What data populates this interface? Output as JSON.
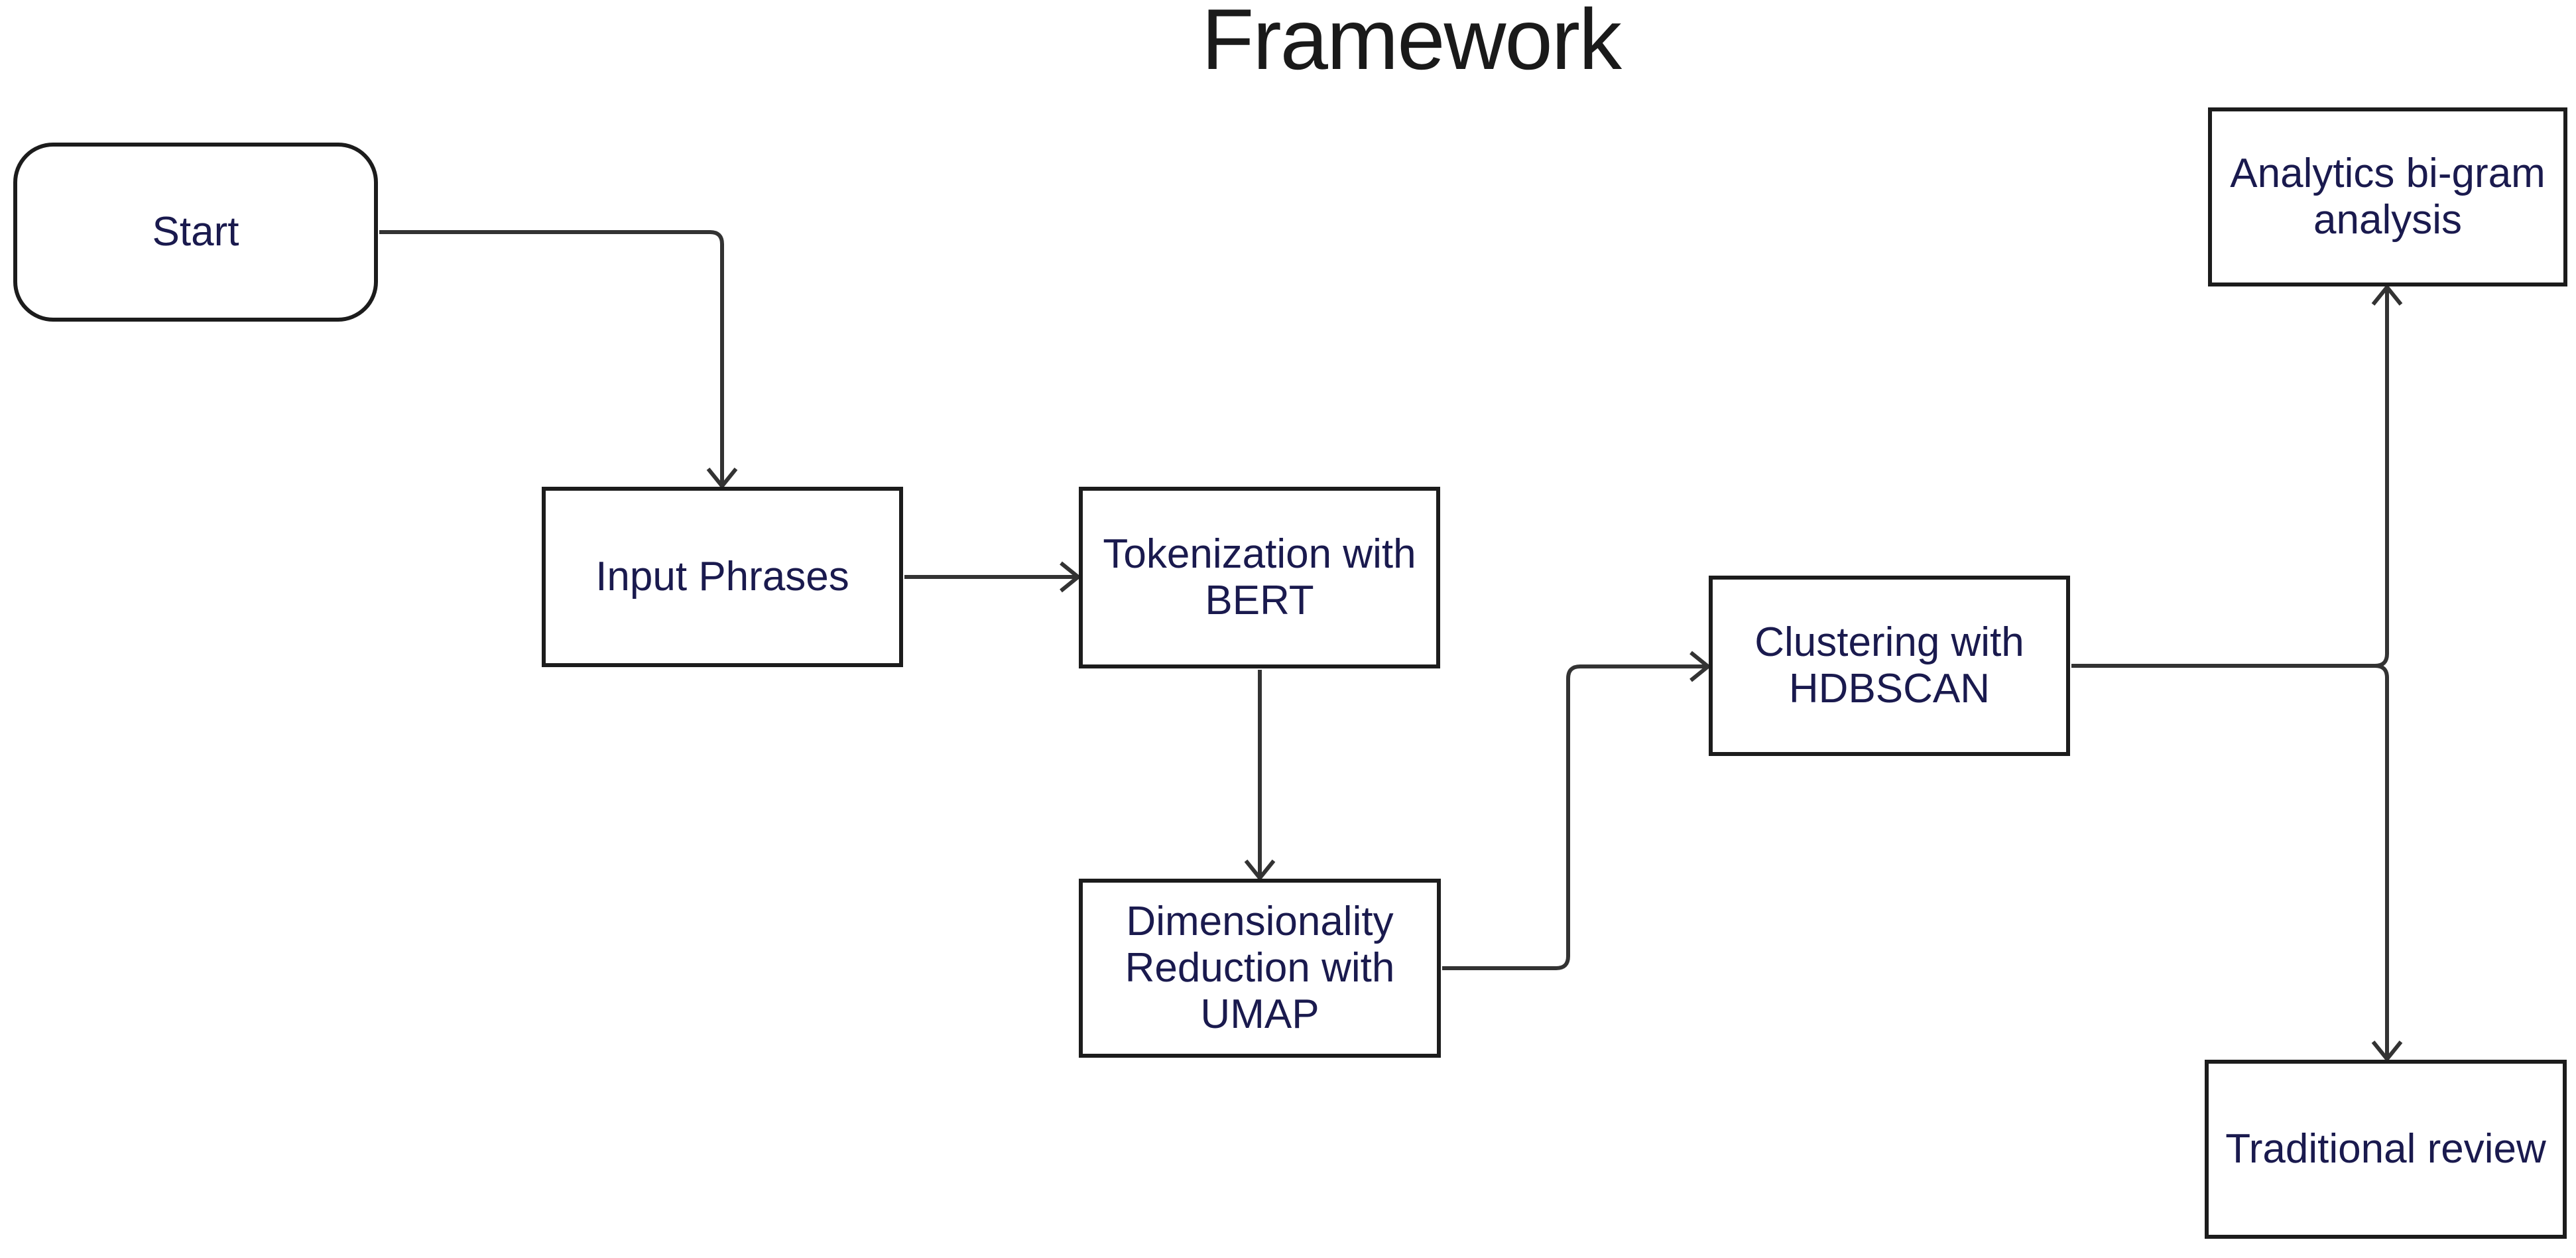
{
  "title": "Framework",
  "colors": {
    "background": "#ffffff",
    "node_fill": "#ffffff",
    "node_border": "#1c1c1c",
    "node_text": "#1a1a4e",
    "edge": "#333333",
    "title_text": "#1a1a1a"
  },
  "nodes": {
    "start": {
      "label": "Start",
      "shape": "rounded"
    },
    "input": {
      "label": "Input Phrases",
      "shape": "rect"
    },
    "tokenize": {
      "label": "Tokenization with BERT",
      "shape": "rect"
    },
    "dimred": {
      "label": "Dimensionality Reduction with UMAP",
      "shape": "rect"
    },
    "cluster": {
      "label": "Clustering with HDBSCAN",
      "shape": "rect"
    },
    "analytics": {
      "label": "Analytics bi-gram analysis",
      "shape": "rect"
    },
    "review": {
      "label": "Traditional review",
      "shape": "rect"
    }
  },
  "edges": [
    {
      "from": "start",
      "to": "input"
    },
    {
      "from": "input",
      "to": "tokenize"
    },
    {
      "from": "tokenize",
      "to": "dimred"
    },
    {
      "from": "dimred",
      "to": "cluster"
    },
    {
      "from": "cluster",
      "to": "analytics"
    },
    {
      "from": "cluster",
      "to": "review"
    }
  ]
}
